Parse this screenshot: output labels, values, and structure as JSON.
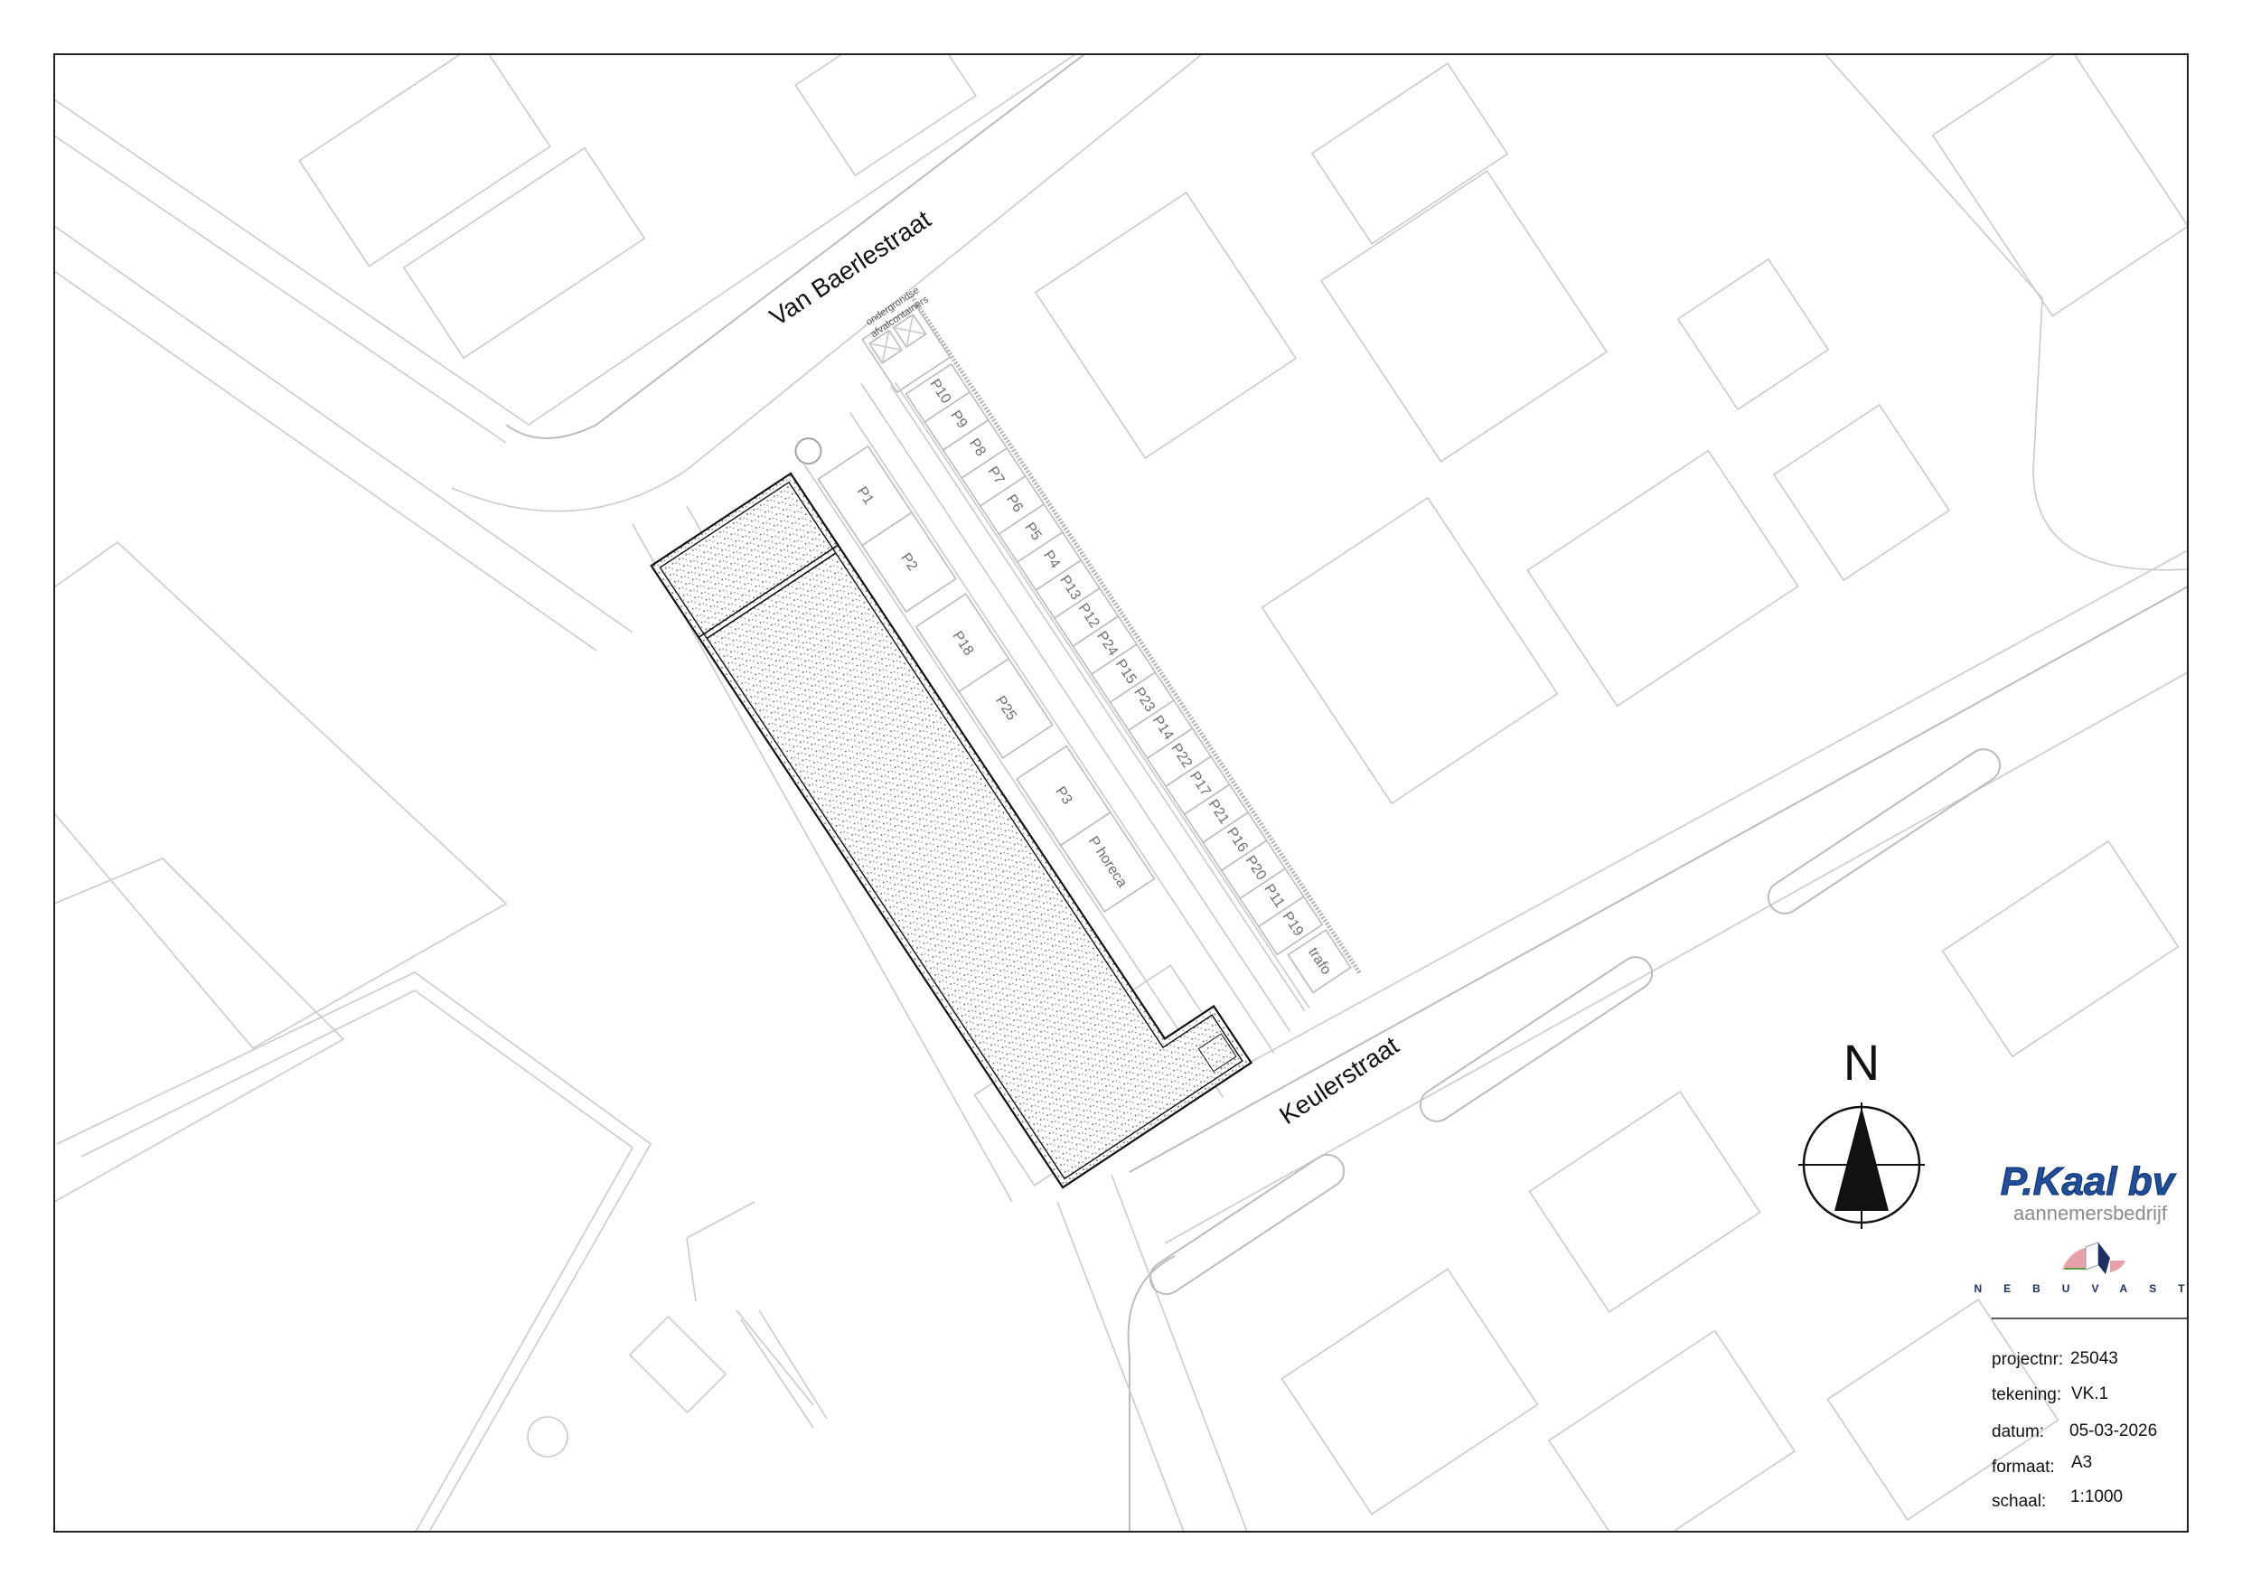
{
  "streets": {
    "north": "Van Baerlestraat",
    "south": "Keulerstraat"
  },
  "annotations": {
    "containers_line1": "ondergrondse",
    "containers_line2": "afvalcontainers",
    "trafo": "trafo"
  },
  "parking": {
    "row_east": [
      "P10",
      "P9",
      "P8",
      "P7",
      "P6",
      "P5",
      "P4",
      "P13",
      "P12",
      "P24",
      "P15",
      "P23",
      "P14",
      "P22",
      "P17",
      "P21",
      "P16",
      "P20",
      "P11",
      "P19"
    ],
    "row_west": [
      "P1",
      "P2",
      "P18",
      "P25",
      "P3",
      "P horeca"
    ]
  },
  "north_arrow": {
    "label": "N"
  },
  "logos": {
    "contractor_name": "P.Kaal bv",
    "contractor_sub": "aannemersbedrijf",
    "partner": "NEBUVAST"
  },
  "title_block": {
    "projectnr_label": "projectnr:",
    "projectnr": "25043",
    "tekening_label": "tekening:",
    "tekening": "VK.1",
    "datum_label": "datum:",
    "datum": "05-03-2026",
    "formaat_label": "formaat:",
    "formaat": "A3",
    "schaal_label": "schaal:",
    "schaal": "1:1000"
  },
  "colors": {
    "logo_blue": "#1f4f9c",
    "logo_gray": "#8a8d90",
    "line_gray": "#c8cbcc",
    "building_outline": "#111111"
  }
}
